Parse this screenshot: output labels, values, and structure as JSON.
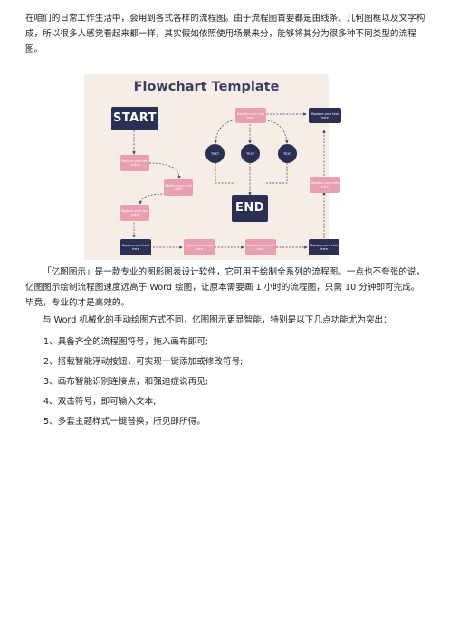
{
  "intro": "在咱们的日常工作生活中，会用到各式各样的流程图。由于流程图首要都是由线条、几何图框以及文字构成，所以很多人感觉看起来都一样，其实假如依照使用场景来分，能够将其分为很多种不同类型的流程图。",
  "figure": {
    "title": "Flowchart Template",
    "start_label": "START",
    "end_label": "END",
    "node_text": "Replace your text here",
    "circle_text": "TEXT"
  },
  "para2": "「亿图图示」是一款专业的图形图表设计软件，它可用于绘制全系列的流程图。一点也不夸张的说，亿图图示绘制流程图速度远高于 Word 绘图，让原本需要画 1 小时的流程图，只需 10 分钟即可完成。毕竟，专业的才是高效的。",
  "para3": "与 Word 机械化的手动绘图方式不同，亿图图示更显智能，特别是以下几点功能尤为突出：",
  "features": [
    "1、具备齐全的流程图符号，拖入画布即可;",
    "2、搭载智能浮动按钮，可实现一键添加或修改符号;",
    "3、画布智能识别连接点，和强迫症说再见;",
    "4、双击符号，即可输入文本;",
    "5、多套主题样式一键替换，所见即所得。"
  ],
  "colors": {
    "navy": "#2c2f54",
    "pink": "#e79fb2",
    "figure_bg": "#f5ede6"
  }
}
